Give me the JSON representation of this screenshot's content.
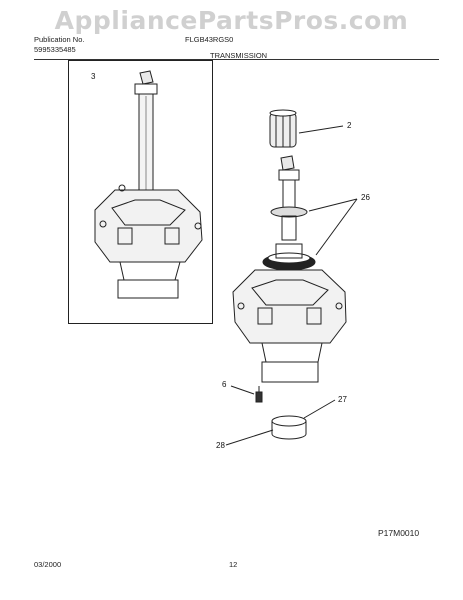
{
  "watermark": "AppliancePartsPros.com",
  "header": {
    "publication_label": "Publication No.",
    "publication_number": "5995335485",
    "model": "FLGB43RGS0",
    "section_title": "TRANSMISSION"
  },
  "callouts": {
    "c3": "3",
    "c2": "2",
    "c26": "26",
    "c6": "6",
    "c27": "27",
    "c28": "28"
  },
  "footer": {
    "diagram_code": "P17M0010",
    "date": "03/2000",
    "page_number": "12"
  },
  "icons": {
    "transmission_inset": "transmission-assembly-drawing",
    "transmission_main": "transmission-assembly-drawing",
    "splined_sleeve": "splined-sleeve-drawing",
    "seal_rings": "seal-ring-drawing",
    "screw": "screw-drawing",
    "band": "ring-band-drawing"
  }
}
